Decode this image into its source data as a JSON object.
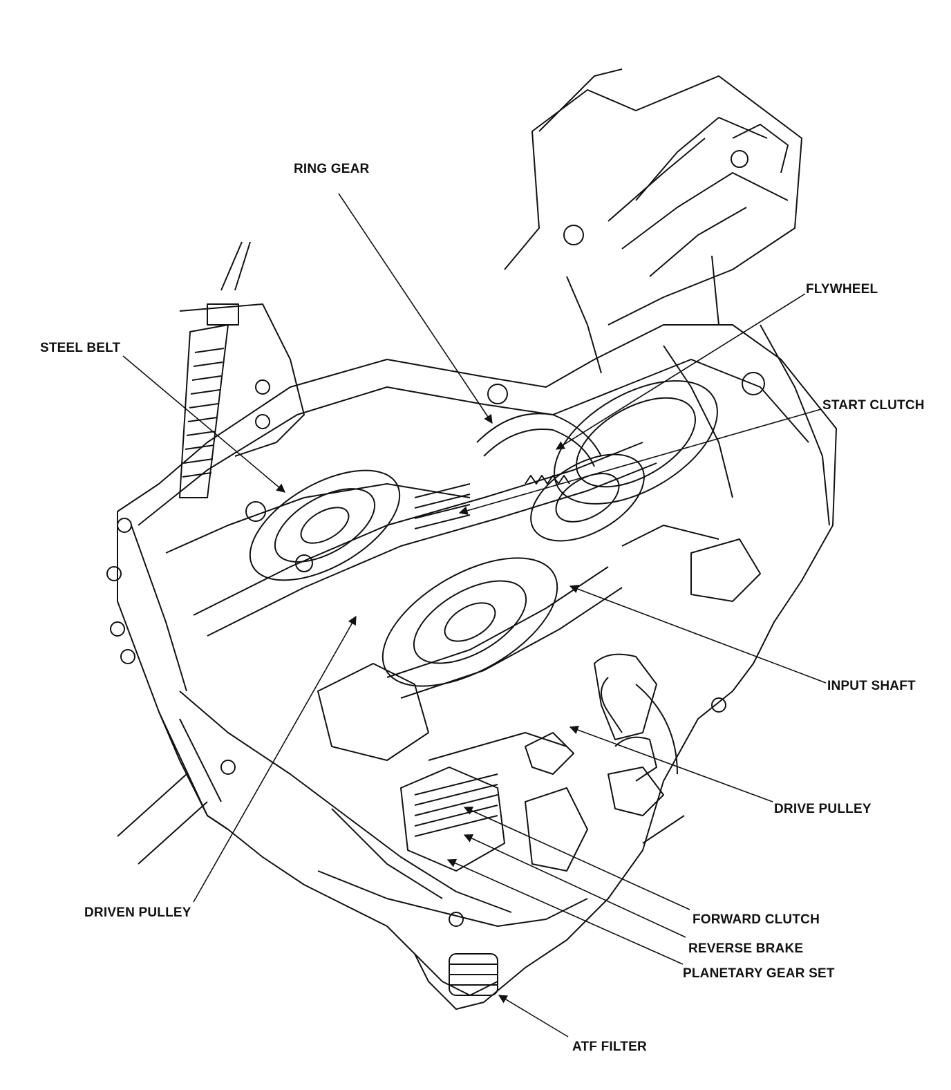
{
  "diagram": {
    "colors": {
      "ink": "#111111",
      "paper": "#ffffff"
    },
    "labels": {
      "ring_gear": "RING GEAR",
      "flywheel": "FLYWHEEL",
      "steel_belt": "STEEL BELT",
      "start_clutch": "START CLUTCH",
      "input_shaft": "INPUT SHAFT",
      "drive_pulley": "DRIVE PULLEY",
      "driven_pulley": "DRIVEN PULLEY",
      "forward_clutch": "FORWARD CLUTCH",
      "reverse_brake": "REVERSE BRAKE",
      "planetary_gear_set": "PLANETARY GEAR SET",
      "atf_filter": "ATF FILTER"
    }
  }
}
